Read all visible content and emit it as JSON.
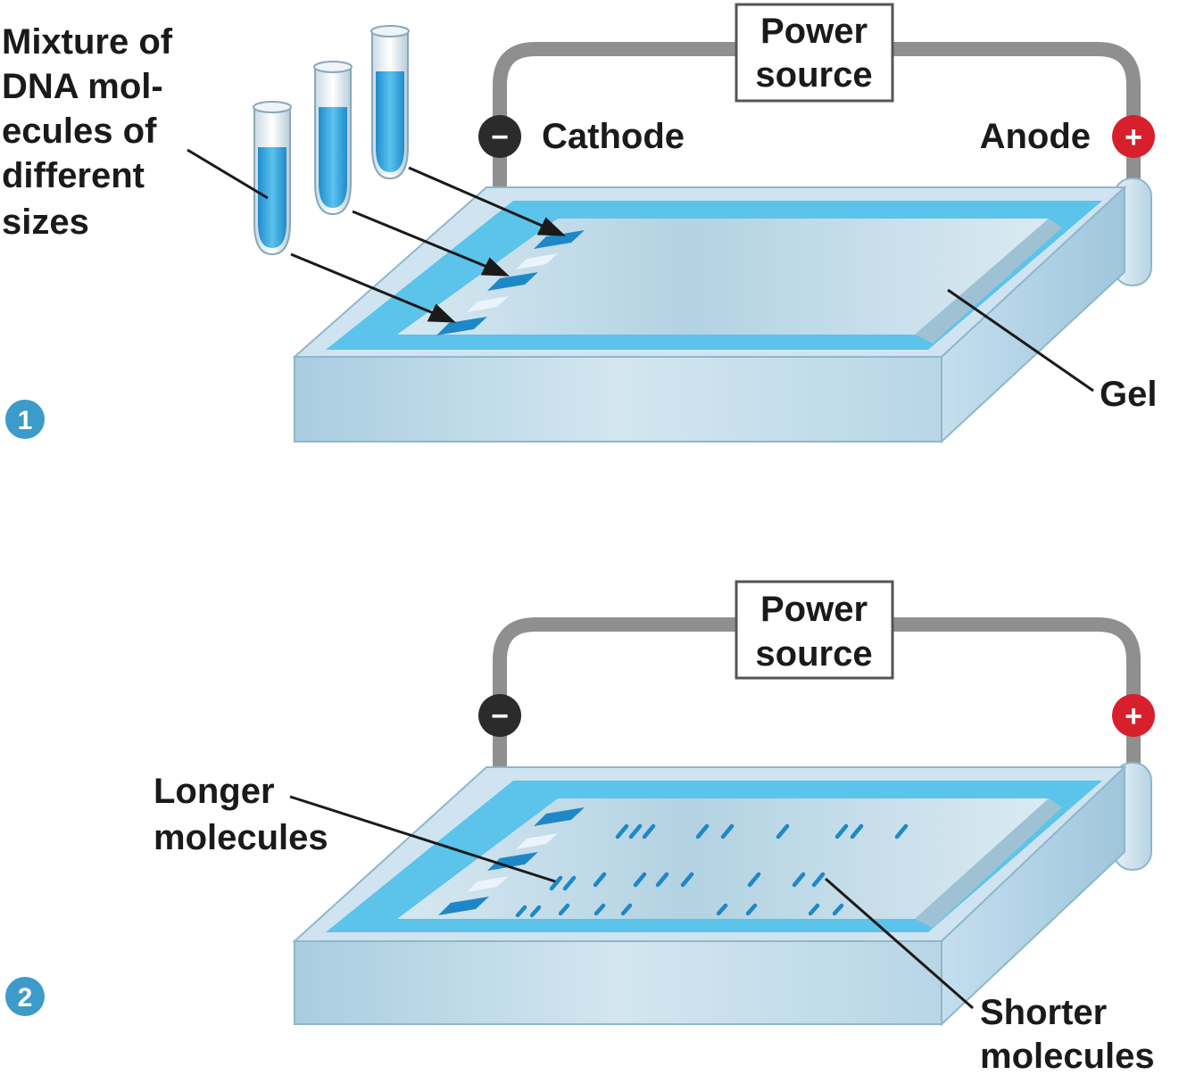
{
  "colors": {
    "wire": "#8f8f8f",
    "cathode": "#2b2b2b",
    "anode": "#d8202c",
    "step_badge": "#3c9bc8",
    "gel_front": "#b9d9ea",
    "gel_top": "#c9e2ef",
    "buffer_blue": "#5cc3ea",
    "dna_band": "#1e88c7",
    "tube_liquid": "#2b9fd9"
  },
  "panel1": {
    "step": "1",
    "power_line1": "Power",
    "power_line2": "source",
    "cathode_sign": "−",
    "cathode_label": "Cathode",
    "anode_sign": "+",
    "anode_label": "Anode",
    "mixture_lines": [
      "Mixture of",
      "DNA mol-",
      "ecules of",
      "different",
      "sizes"
    ],
    "gel_label": "Gel"
  },
  "panel2": {
    "step": "2",
    "power_line1": "Power",
    "power_line2": "source",
    "cathode_sign": "−",
    "anode_sign": "+",
    "longer_line1": "Longer",
    "longer_line2": "molecules",
    "shorter_line1": "Shorter",
    "shorter_line2": "molecules"
  }
}
